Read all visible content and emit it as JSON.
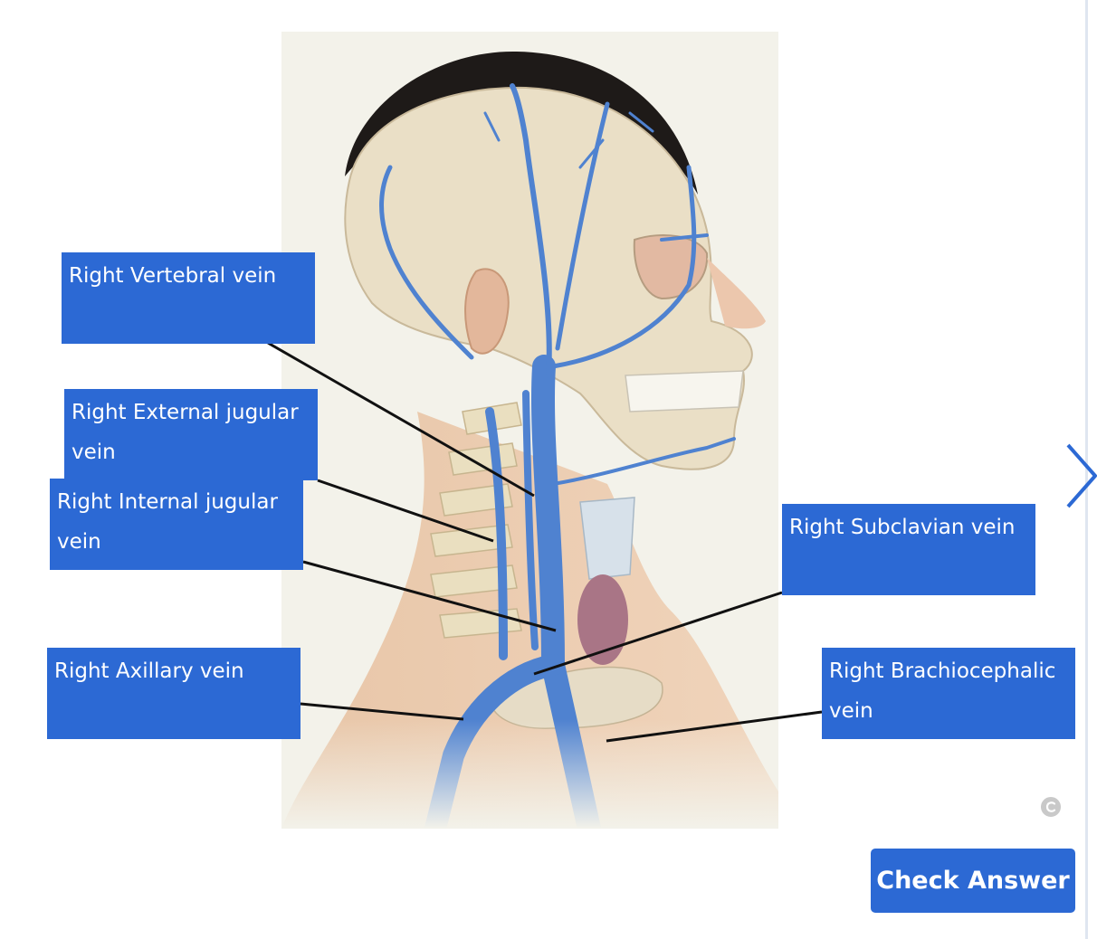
{
  "labels": {
    "vertebral": "Right Vertebral vein",
    "external_jugular": "Right External jugular vein",
    "internal_jugular": "Right Internal jugular vein",
    "axillary": "Right Axillary vein",
    "subclavian": "Right Subclavian vein",
    "brachiocephalic": "Right Brachiocephalic vein"
  },
  "check_button": "Check Answer",
  "icons": {
    "next": "chevron-right-icon",
    "copyright": "copyright-icon"
  },
  "colors": {
    "label_bg": "#2c69d4",
    "vein": "#4f82d0",
    "accent": "#2c69d4"
  }
}
